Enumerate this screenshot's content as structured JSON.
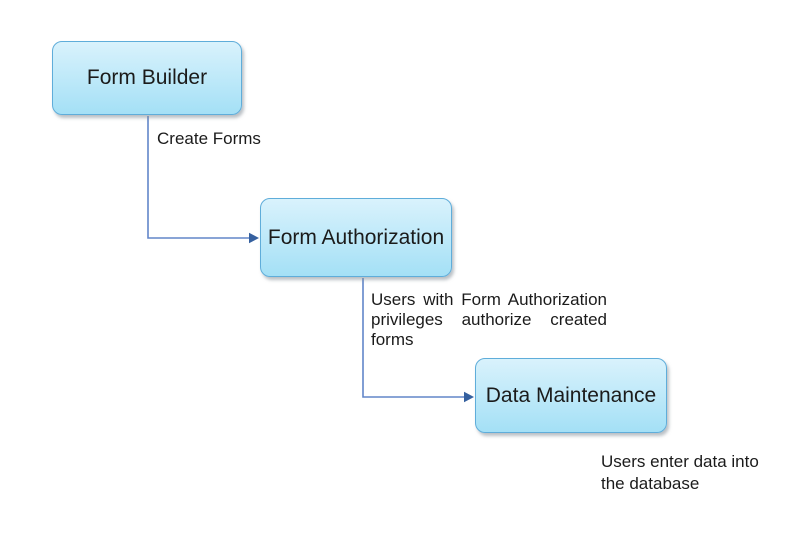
{
  "nodes": [
    {
      "id": "form-builder",
      "label": "Form Builder"
    },
    {
      "id": "form-authorization",
      "label": "Form Authorization"
    },
    {
      "id": "data-maintenance",
      "label": "Data Maintenance"
    }
  ],
  "edges": [
    {
      "from": "form-builder",
      "to": "form-authorization",
      "label": "Create Forms"
    },
    {
      "from": "form-authorization",
      "to": "data-maintenance",
      "label": "Users with Form Authorization privileges authorize created forms"
    }
  ],
  "notes": [
    {
      "near": "data-maintenance",
      "text": "Users enter data into the database"
    }
  ],
  "colors": {
    "node-fill-top": "#d9f2fc",
    "node-fill-bottom": "#a4e0f6",
    "node-border": "#5fadda",
    "node-text": "#1b1b1b",
    "connector": "#6286c9",
    "arrowhead": "#35609f",
    "annotation-text": "#1b1b1b",
    "shadow": "rgba(130,140,150,0.55)"
  }
}
